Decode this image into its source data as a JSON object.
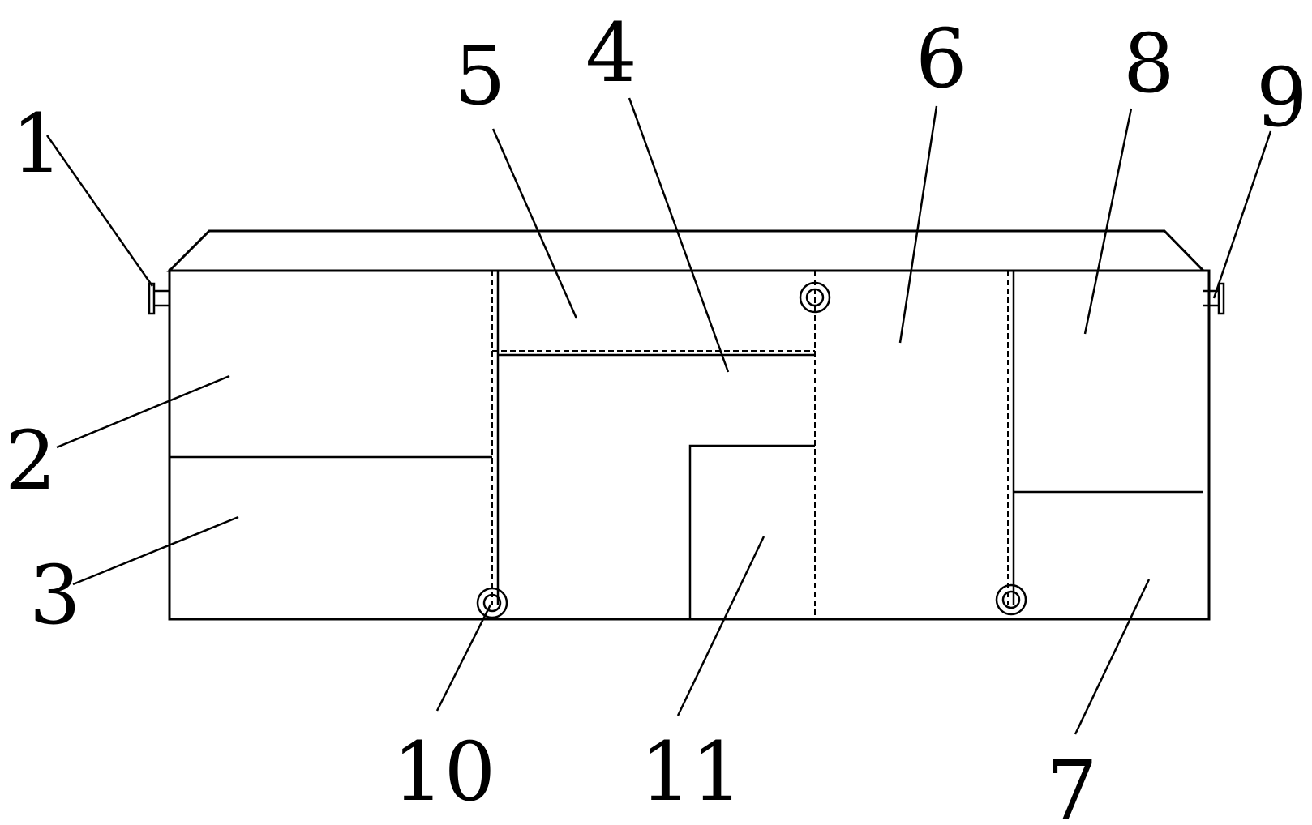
{
  "figure": {
    "callouts": {
      "c1": "1",
      "c2": "2",
      "c3": "3",
      "c4": "4",
      "c5": "5",
      "c6": "6",
      "c7": "7",
      "c8": "8",
      "c9": "9",
      "c10": "10",
      "c11": "11"
    },
    "line_color": "#000000",
    "background": "#ffffff"
  }
}
